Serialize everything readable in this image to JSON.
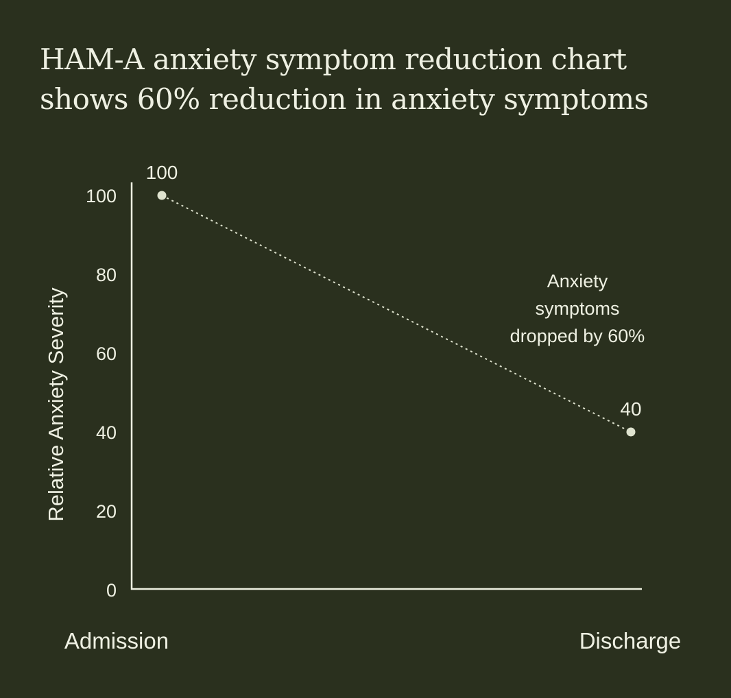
{
  "title_lines": [
    "HAM-A anxiety symptom reduction chart",
    "shows 60% reduction in anxiety symptoms"
  ],
  "colors": {
    "background": "#2a301e",
    "foreground": "#eef0e2",
    "marker": "#dfe3cf"
  },
  "chart_data": {
    "type": "line",
    "title": "HAM-A anxiety symptom reduction chart shows 60% reduction in anxiety symptoms",
    "categories": [
      "Admission",
      "Discharge"
    ],
    "series": [
      {
        "values": [
          100,
          40
        ],
        "labels": [
          "100",
          "40"
        ]
      }
    ],
    "ylabel": "Relative Anxiety Severity",
    "xlabel": "",
    "ylim": [
      0,
      100
    ],
    "yticks": [
      0,
      20,
      40,
      60,
      80,
      100
    ],
    "line_style": "dotted",
    "grid": false,
    "annotation": {
      "lines": [
        "Anxiety",
        "symptoms",
        "dropped by 60%"
      ]
    }
  }
}
